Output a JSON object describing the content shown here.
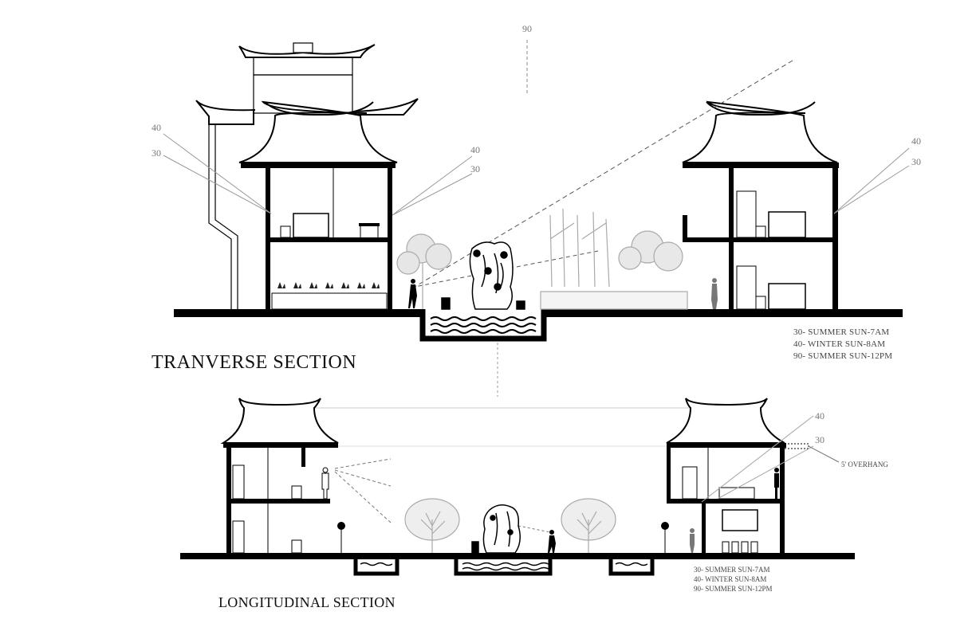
{
  "transverse": {
    "title": "TRANVERSE SECTION",
    "top_angle": "90",
    "left_angles": [
      "40",
      "30"
    ],
    "mid_angles": [
      "40",
      "30"
    ],
    "right_angles": [
      "40",
      "30"
    ],
    "legend": [
      "30- SUMMER SUN-7AM",
      "40- WINTER SUN-8AM",
      "90- SUMMER SUN-12PM"
    ]
  },
  "longitudinal": {
    "title": "LONGITUDINAL SECTION",
    "right_angles": [
      "40",
      "30"
    ],
    "overhang_label": "5' OVERHANG",
    "legend": [
      "30- SUMMER SUN-7AM",
      "40- WINTER SUN-8AM",
      "90- SUMMER SUN-12PM"
    ]
  }
}
